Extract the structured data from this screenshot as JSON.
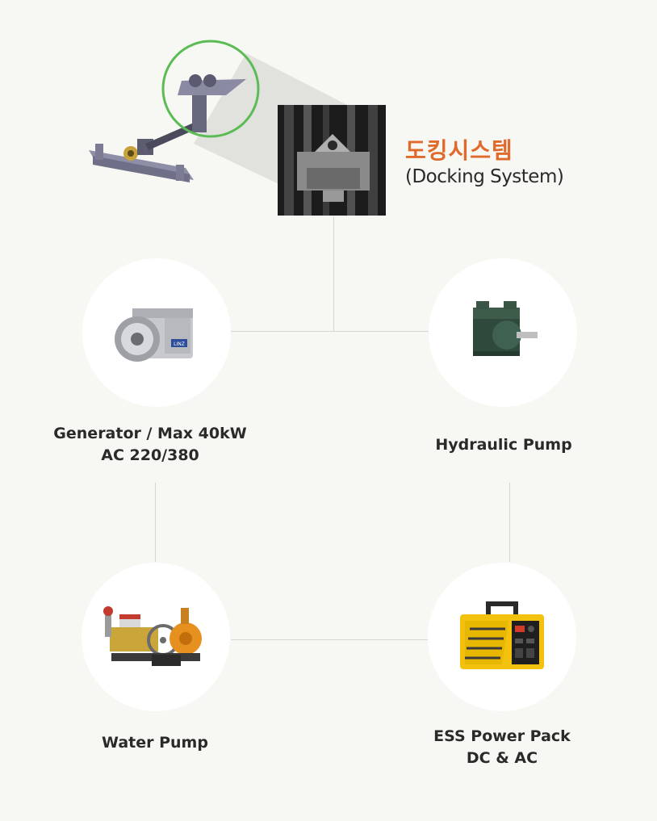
{
  "docking": {
    "title_ko": "도킹시스템",
    "title_en": "(Docking System)",
    "highlight_color": "#5cbb55",
    "title_color": "#e06a2c"
  },
  "nodes": {
    "generator": {
      "line1": "Generator / Max 40kW",
      "line2": "AC 220/380",
      "icon": "generator-icon"
    },
    "hydraulic": {
      "line1": "Hydraulic Pump",
      "icon": "hydraulic-pump-icon"
    },
    "water": {
      "line1": "Water Pump",
      "icon": "water-pump-icon"
    },
    "ess": {
      "line1": "ESS Power Pack",
      "line2": "DC & AC",
      "icon": "ess-power-pack-icon"
    }
  },
  "brand_label": "LINZ"
}
